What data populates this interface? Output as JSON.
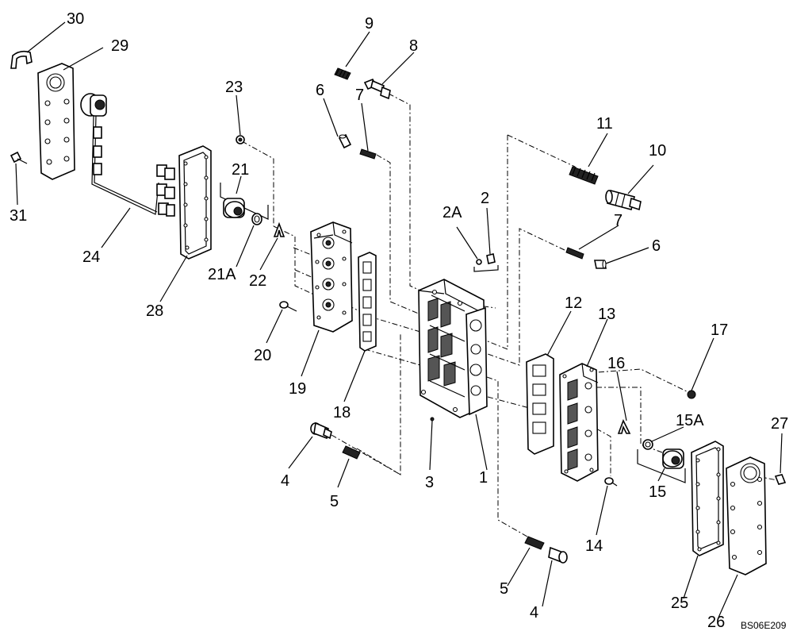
{
  "callouts": [
    "30",
    "29",
    "31",
    "24",
    "28",
    "23",
    "21",
    "21A",
    "22",
    "20",
    "19",
    "18",
    "4",
    "5",
    "9",
    "8",
    "6",
    "7",
    "2A",
    "2",
    "11",
    "10",
    "7",
    "6",
    "3",
    "1",
    "12",
    "13",
    "16",
    "17",
    "15A",
    "15",
    "14",
    "5",
    "4",
    "27",
    "25",
    "26"
  ],
  "figure_code": "BS06E209"
}
